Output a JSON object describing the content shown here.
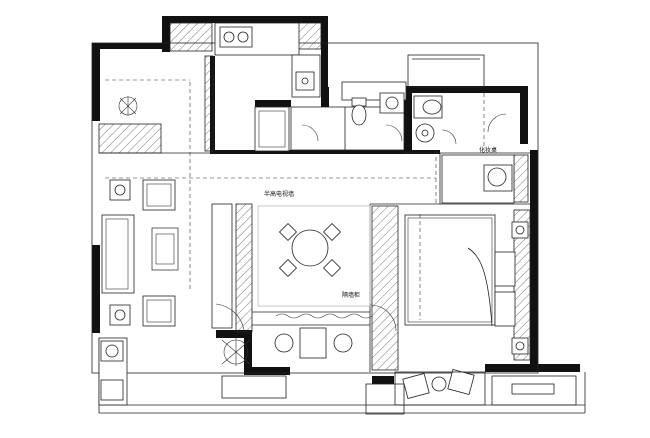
{
  "labels": {
    "tv_wall": "半高电视墙",
    "vanity": "化妆桌",
    "cabinet": "隔墙柜"
  }
}
